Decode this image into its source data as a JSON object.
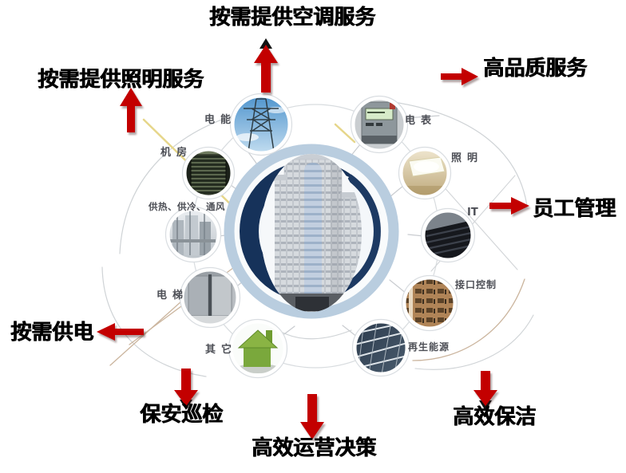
{
  "colors": {
    "background": "#ffffff",
    "arrow_red": "#c30000",
    "ring_light_blue": "#b9cddf",
    "ring_navy": "#16325a",
    "node_label_grey": "#4d4f56"
  },
  "outer_labels": {
    "air_conditioning": "按需提供空调服务",
    "lighting_service": "按需提供照明服务",
    "high_quality": "高品质服务",
    "staff_management": "员工管理",
    "power_supply": "按需供电",
    "security_patrol": "保安巡检",
    "operations_decision": "高效运营决策",
    "cleaning": "高效保洁"
  },
  "hub": {
    "icon": "skyscraper-building-icon"
  },
  "nodes": [
    {
      "label": "电能",
      "icon": "transmission-tower-icon"
    },
    {
      "label": "电表",
      "icon": "electric-meter-icon"
    },
    {
      "label": "机房",
      "icon": "server-room-icon"
    },
    {
      "label": "照明",
      "icon": "ceiling-light-icon"
    },
    {
      "label": "供热、供冷、通风",
      "icon": "hvac-equipment-icon"
    },
    {
      "label": "IT",
      "icon": "laptop-icon"
    },
    {
      "label": "电梯",
      "icon": "elevator-icon"
    },
    {
      "label": "接口控制",
      "icon": "circuit-board-icon"
    },
    {
      "label": "其它",
      "icon": "green-house-icon"
    },
    {
      "label": "再生能源",
      "icon": "solar-panel-icon"
    }
  ]
}
